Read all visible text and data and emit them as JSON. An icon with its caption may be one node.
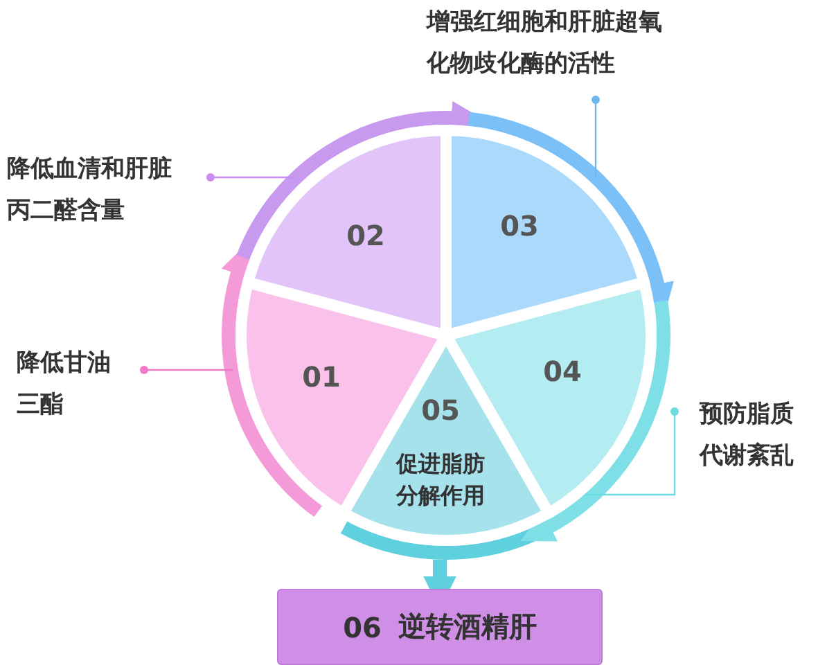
{
  "diagram": {
    "nodes": [
      {
        "text": [
          "01"
        ]
      },
      {
        "text": [
          "02"
        ]
      },
      {
        "text": [
          "03"
        ]
      },
      {
        "text": [
          "04"
        ]
      },
      {
        "text": [
          "05",
          "促进脂肪分解作用"
        ]
      },
      {
        "text": [
          "06",
          "逆转酒精肝"
        ]
      },
      {
        "text": [
          "降低血清和肝脏丙二醛含量"
        ]
      },
      {
        "text": [
          "增强红细胞和肝脏超氧化物歧化酶的活性"
        ]
      },
      {
        "text": [
          "降低甘油三酯"
        ]
      },
      {
        "text": [
          "预防脂质代谢紊乱"
        ]
      }
    ],
    "edges": [
      {
        "from": 0,
        "to": 1,
        "arrow": "to",
        "color": "#f59ad8"
      },
      {
        "from": 1,
        "to": 2,
        "arrow": "to",
        "color": "#c79af0"
      },
      {
        "from": 2,
        "to": 3,
        "arrow": "to",
        "color": "#7cc0f8"
      },
      {
        "from": 3,
        "to": 4,
        "arrow": "to",
        "color": "#7ee0e6"
      },
      {
        "from": 4,
        "to": 5,
        "arrow": "to",
        "color": "#5fd0de"
      },
      {
        "from": 6,
        "to": 1,
        "arrow": "other",
        "color": "#c78ef0"
      },
      {
        "from": 7,
        "to": 2,
        "arrow": "other",
        "color": "#6db8f0"
      },
      {
        "from": 8,
        "to": 0,
        "arrow": "other",
        "color": "#f07ac8"
      },
      {
        "from": 9,
        "to": 3,
        "arrow": "other",
        "color": "#6adbe0"
      }
    ]
  }
}
